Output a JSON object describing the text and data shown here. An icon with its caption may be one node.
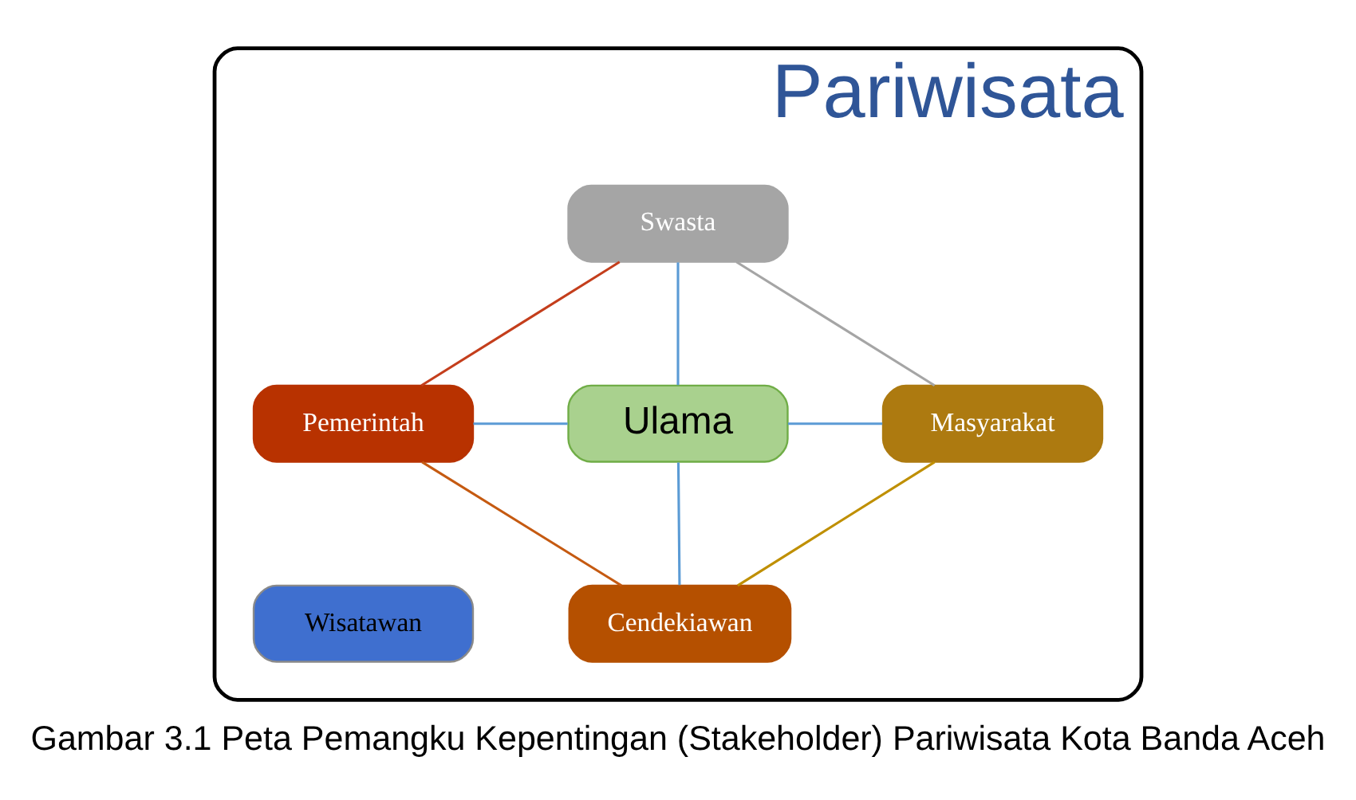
{
  "diagram": {
    "caption": "Gambar 3.1 Peta Pemangku Kepentingan (Stakeholder) Pariwisata Kota Banda Aceh",
    "nodes": [
      {
        "text": [
          "Pariwisata"
        ]
      },
      {
        "text": [
          "Swasta"
        ],
        "in": 0
      },
      {
        "text": [
          "Pemerintah"
        ],
        "in": 0
      },
      {
        "text": [
          "Ulama"
        ],
        "in": 0
      },
      {
        "text": [
          "Masyarakat"
        ],
        "in": 0
      },
      {
        "text": [
          "Wisatawan"
        ],
        "in": 0
      },
      {
        "text": [
          "Cendekiawan"
        ],
        "in": 0
      }
    ],
    "edges": [
      {
        "from": 1,
        "to": 3,
        "arrow": "none"
      },
      {
        "from": 2,
        "to": 3,
        "arrow": "none"
      },
      {
        "from": 3,
        "to": 4,
        "arrow": "none"
      },
      {
        "from": 3,
        "to": 6,
        "arrow": "none"
      },
      {
        "from": 1,
        "to": 4,
        "arrow": "none",
        "color": "#a5a5a5"
      },
      {
        "from": 4,
        "to": 6,
        "arrow": "none",
        "color": "#bf8f00"
      },
      {
        "from": 2,
        "to": 6,
        "arrow": "none",
        "color": "#c55a11"
      },
      {
        "from": 1,
        "to": 2,
        "arrow": "none",
        "color": "#c43e1c"
      }
    ]
  }
}
